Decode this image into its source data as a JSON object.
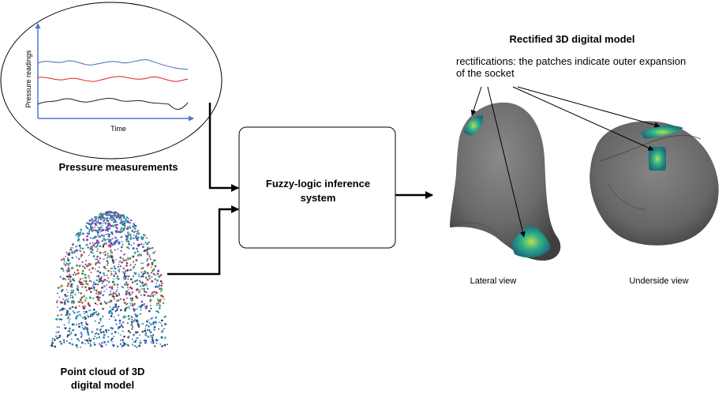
{
  "pressure_panel": {
    "title": "Pressure measurements",
    "x_axis_label": "Time",
    "y_axis_label": "Pressure readings",
    "series_colors": [
      "#4a6fb5",
      "#e02020",
      "#222222"
    ]
  },
  "point_cloud": {
    "title": "Point cloud of 3D digital model"
  },
  "inference": {
    "label": "Fuzzy-logic inference system"
  },
  "rectified": {
    "title": "Rectified 3D digital model",
    "note": "rectifications: the patches indicate outer expansion of the socket",
    "lateral_view_label": "Lateral view",
    "underside_view_label": "Underside view",
    "model_color": "#6b6b6b",
    "patch_color": "#2a9d8f"
  },
  "colors": {
    "arrow": "#000000",
    "axis": "#4a78c8"
  }
}
